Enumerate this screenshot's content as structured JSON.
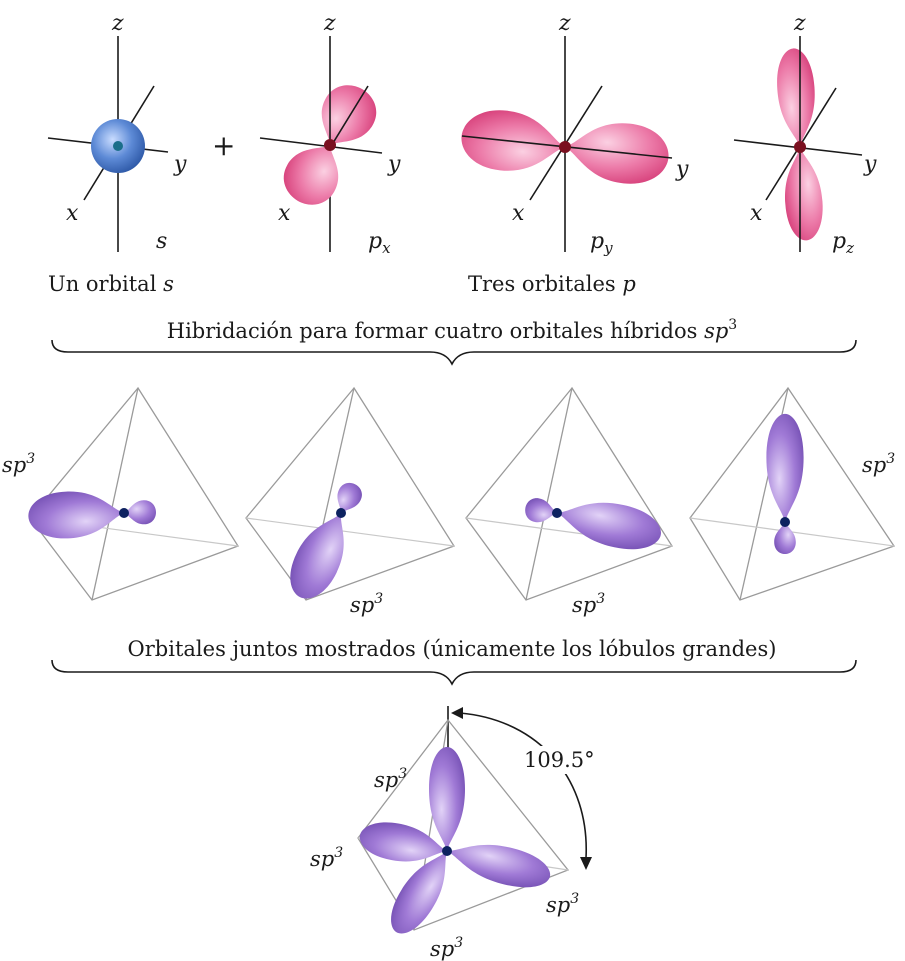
{
  "colors": {
    "s_orbital": "#4a78c8",
    "p_orbital": "#e8669a",
    "hybrid_orbital": "#9a72cc",
    "nucleus_s": "#1b6e8a",
    "nucleus_p": "#7a1020",
    "nucleus_hybrid": "#0d2260"
  },
  "axes": {
    "x": "x",
    "y": "y",
    "z": "z"
  },
  "plus": "+",
  "row1": {
    "s_label_main": "s",
    "px_main": "p",
    "px_sub": "x",
    "py_main": "p",
    "py_sub": "y",
    "pz_main": "p",
    "pz_sub": "z",
    "caption_s_text": "Un orbital ",
    "caption_s_ital": "s",
    "caption_p_text": "Tres orbitales ",
    "caption_p_ital": "p"
  },
  "brace1": {
    "text": "Hibridación para formar cuatro orbitales híbridos ",
    "ital": "sp",
    "sup": "3"
  },
  "hybrid": {
    "main": "sp",
    "sup": "3"
  },
  "brace2": {
    "text": "Orbitales juntos mostrados (únicamente los lóbulos grandes)"
  },
  "angle": {
    "value": "109.5°"
  }
}
